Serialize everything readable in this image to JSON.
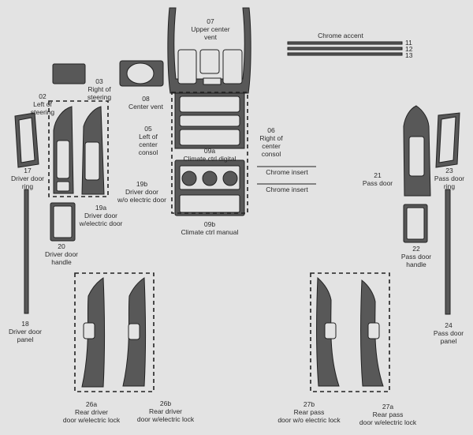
{
  "colors": {
    "background": "#e3e3e3",
    "part": "#585858",
    "outline": "#222222",
    "text": "#2a2a2a"
  },
  "parts": [
    {
      "id": "02",
      "name": "Left of\nsteering"
    },
    {
      "id": "03",
      "name": "Right of\nsteering"
    },
    {
      "id": "05",
      "name": "Left of\ncenter\nconsol"
    },
    {
      "id": "06",
      "name": "Right of\ncenter\nconsol"
    },
    {
      "id": "07",
      "name": "Upper center\nvent"
    },
    {
      "id": "08",
      "name": "Center vent"
    },
    {
      "id": "09a",
      "name": "Climate ctrl digital"
    },
    {
      "id": "09b",
      "name": "Climate ctrl manual"
    },
    {
      "id": "11",
      "name": ""
    },
    {
      "id": "12",
      "name": ""
    },
    {
      "id": "13",
      "name": ""
    },
    {
      "id": "17",
      "name": "Driver door\nring"
    },
    {
      "id": "18",
      "name": "Driver door\npanel"
    },
    {
      "id": "19a",
      "name": "Driver door\nw/electric door"
    },
    {
      "id": "19b",
      "name": "Driver door\nw/o electric door"
    },
    {
      "id": "20",
      "name": "Driver door\nhandle"
    },
    {
      "id": "21",
      "name": "Pass door"
    },
    {
      "id": "22",
      "name": "Pass door\nhandle"
    },
    {
      "id": "23",
      "name": "Pass door\nring"
    },
    {
      "id": "24",
      "name": "Pass door\npanel"
    },
    {
      "id": "26a",
      "name": "Rear driver\ndoor w/electric lock"
    },
    {
      "id": "26b",
      "name": "Rear driver\ndoor w/electric lock"
    },
    {
      "id": "27a",
      "name": "Rear pass\ndoor w/electric lock"
    },
    {
      "id": "27b",
      "name": "Rear pass\ndoor w/o electric lock"
    }
  ],
  "annotations": {
    "chrome_accent": "Chrome accent",
    "chrome_insert_1": "Chrome insert",
    "chrome_insert_2": "Chrome insert"
  }
}
